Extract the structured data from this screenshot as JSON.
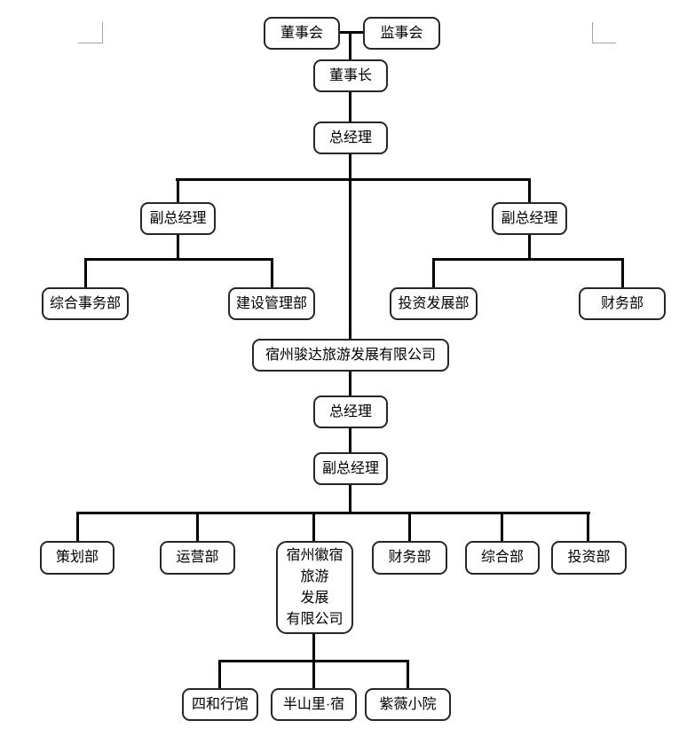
{
  "colors": {
    "background": "#ffffff",
    "box_border": "#262626",
    "box_fill": "#ffffff",
    "connector": "#000000",
    "page_margin_mark": "#a3a3a3"
  },
  "nodes": {
    "board": {
      "label": "董事会"
    },
    "supervisory": {
      "label": "监事会"
    },
    "chairman": {
      "label": "董事长"
    },
    "gm_top": {
      "label": "总经理"
    },
    "vgm_left": {
      "label": "副总经理"
    },
    "vgm_right": {
      "label": "副总经理"
    },
    "general_affairs": {
      "label": "综合事务部"
    },
    "construction_mgmt": {
      "label": "建设管理部"
    },
    "investment_dev": {
      "label": "投资发展部"
    },
    "finance_upper": {
      "label": "财务部"
    },
    "junda_company": {
      "label": "宿州骏达旅游发展有限公司"
    },
    "gm_mid": {
      "label": "总经理"
    },
    "vgm_mid": {
      "label": "副总经理"
    },
    "planning": {
      "label": "策划部"
    },
    "operations": {
      "label": "运营部"
    },
    "huisu_company": {
      "label": "宿州徽宿\n旅游\n发展\n有限公司"
    },
    "finance_lower": {
      "label": "财务部"
    },
    "general_dept": {
      "label": "综合部"
    },
    "investment_dept": {
      "label": "投资部"
    },
    "sihe_hotel": {
      "label": "四和行馆"
    },
    "banshanli": {
      "label": "半山里·宿"
    },
    "ziwei": {
      "label": "紫薇小院"
    }
  }
}
